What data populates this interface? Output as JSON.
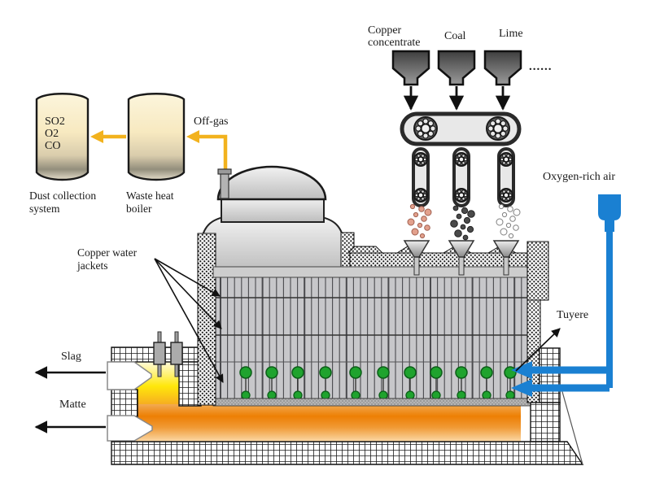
{
  "feed_system": {
    "hopper1_label_1": "Copper",
    "hopper1_label_2": "concentrate",
    "hopper2_label": "Coal",
    "hopper3_label": "Lime",
    "more_feeds_indicator": "......"
  },
  "gas_cleaning": {
    "offgas_label": "Off-gas",
    "tank_gases": {
      "g1": "SO2",
      "g2": "O2",
      "g3": "CO"
    },
    "dust_system_label_1": "Dust collection",
    "dust_system_label_2": "system",
    "boiler_label_1": "Waste heat",
    "boiler_label_2": "boiler"
  },
  "furnace": {
    "water_jackets_label_1": "Copper water",
    "water_jackets_label_2": "jackets",
    "tuyere_label": "Tuyere",
    "slag_label": "Slag",
    "matte_label": "Matte"
  },
  "air_supply": {
    "label": "Oxygen-rich air"
  },
  "colors": {
    "pipe_yellow": "#F2B21D",
    "air_blue": "#1A80D2",
    "tuyere_green": "#1FA32E",
    "slag_yellow": "#FFE70A",
    "matte_orange": "#ED7F04",
    "concentrate_particles": "#E2A08C",
    "coal_particles": "#4A4A4A",
    "lime_particles": "#FFFFFF"
  }
}
